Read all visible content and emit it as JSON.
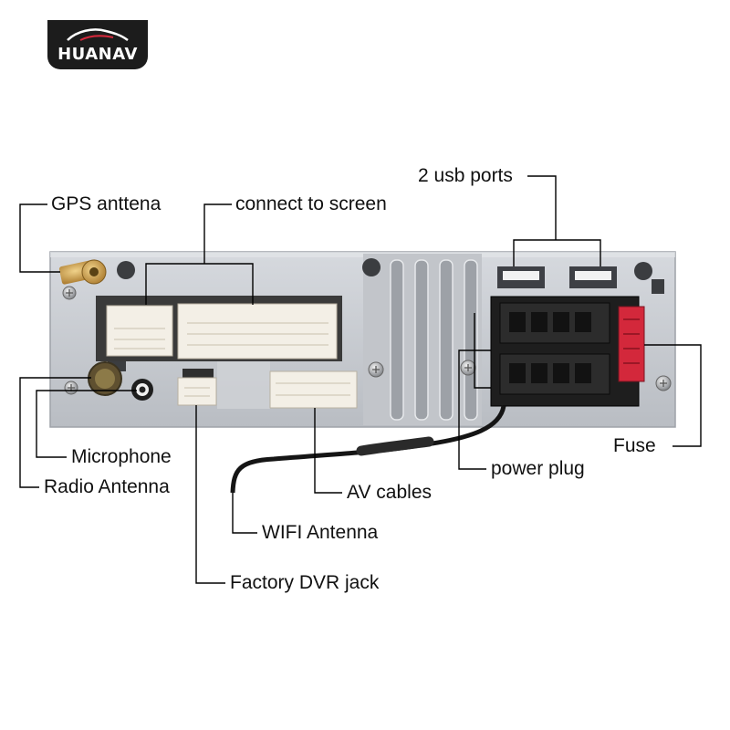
{
  "brand": {
    "logo_text": "HUANAV"
  },
  "labels": {
    "gps": "GPS anttena",
    "screen": "connect to screen",
    "usb": "2 usb ports",
    "microphone": "Microphone",
    "radio": "Radio Antenna",
    "av": "AV cables",
    "wifi": "WIFI Antenna",
    "dvr": "Factory DVR jack",
    "power": "power plug",
    "fuse": "Fuse"
  },
  "colors": {
    "panel": "#c9ccd1",
    "panel_edge": "#a7abb1",
    "connector_white": "#f3efe6",
    "connector_black": "#1e1e1e",
    "fuse_red": "#d3283b",
    "gold": "#c79a3c",
    "callout_line": "#000000"
  }
}
